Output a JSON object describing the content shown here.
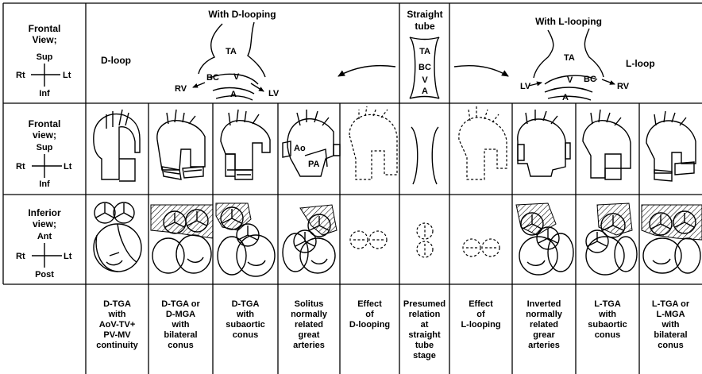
{
  "orientation": {
    "row1": {
      "line1": "Frontal",
      "line2": "View;",
      "sup": "Sup",
      "rt": "Rt",
      "lt": "Lt",
      "inf": "Inf"
    },
    "row2": {
      "line1": "Frontal",
      "line2": "view;",
      "sup": "Sup",
      "rt": "Rt",
      "lt": "Lt",
      "inf": "Inf"
    },
    "row3": {
      "line1": "Inferior",
      "line2": "view;",
      "ant": "Ant",
      "rt": "Rt",
      "lt": "Lt",
      "post": "Post"
    }
  },
  "top": {
    "d_header": "With D-looping",
    "d_loop": "D-loop",
    "straight_line1": "Straight",
    "straight_line2": "tube",
    "l_header": "With L-looping",
    "l_loop": "L-loop",
    "tube_labels": [
      "TA",
      "BC",
      "V",
      "A"
    ],
    "d_labels": {
      "ta": "TA",
      "bc": "BC",
      "v": "V",
      "rv": "RV",
      "lv": "LV",
      "a": "A"
    },
    "l_labels": {
      "ta": "TA",
      "bc": "BC",
      "v": "V",
      "rv": "RV",
      "lv": "LV",
      "a": "A"
    }
  },
  "great_artery_labels": {
    "ao": "Ao",
    "pa": "PA"
  },
  "captions": [
    [
      "D-TGA",
      "with",
      "AoV-TV+",
      "PV-MV",
      "continuity"
    ],
    [
      "D-TGA or",
      "D-MGA",
      "with",
      "bilateral",
      "conus"
    ],
    [
      "D-TGA",
      "with",
      "subaortic",
      "conus"
    ],
    [
      "Solitus",
      "normally",
      "related",
      "great",
      "arteries"
    ],
    [
      "Effect",
      "of",
      "D-looping"
    ],
    [
      "Presumed",
      "relation",
      "at",
      "straight",
      "tube",
      "stage"
    ],
    [
      "Effect",
      "of",
      "L-looping"
    ],
    [
      "Inverted",
      "normally",
      "related",
      "grear",
      "arteries"
    ],
    [
      "L-TGA",
      "with",
      "subaortic",
      "conus"
    ],
    [
      "L-TGA or",
      "L-MGA",
      "with",
      "bilateral",
      "conus"
    ]
  ]
}
